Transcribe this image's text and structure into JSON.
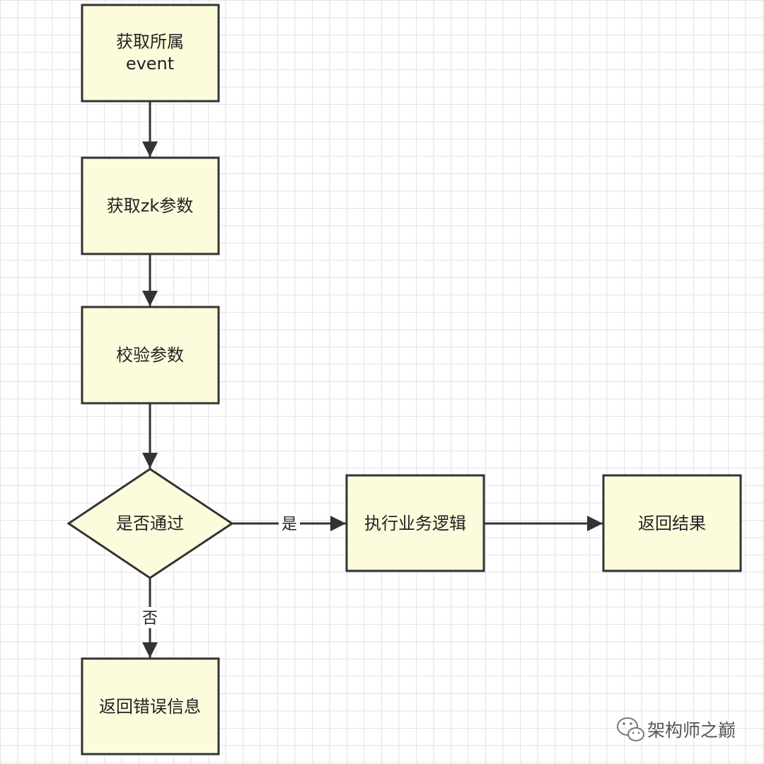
{
  "colors": {
    "node_fill": "#fcfcdc",
    "node_stroke": "#333333",
    "edge": "#333333",
    "label_bg": "#ffffff"
  },
  "nodes": {
    "get_event": {
      "line1": "获取所属",
      "line2": "event"
    },
    "get_zk_params": {
      "label": "获取zk参数"
    },
    "validate_params": {
      "label": "校验参数"
    },
    "passed_check": {
      "label": "是否通过"
    },
    "execute_logic": {
      "label": "执行业务逻辑"
    },
    "return_result": {
      "label": "返回结果"
    },
    "return_error": {
      "label": "返回错误信息"
    }
  },
  "edges": {
    "yes_label": "是",
    "no_label": "否"
  },
  "watermark": {
    "icon": "wechat-icon",
    "text": "架构师之巅"
  }
}
